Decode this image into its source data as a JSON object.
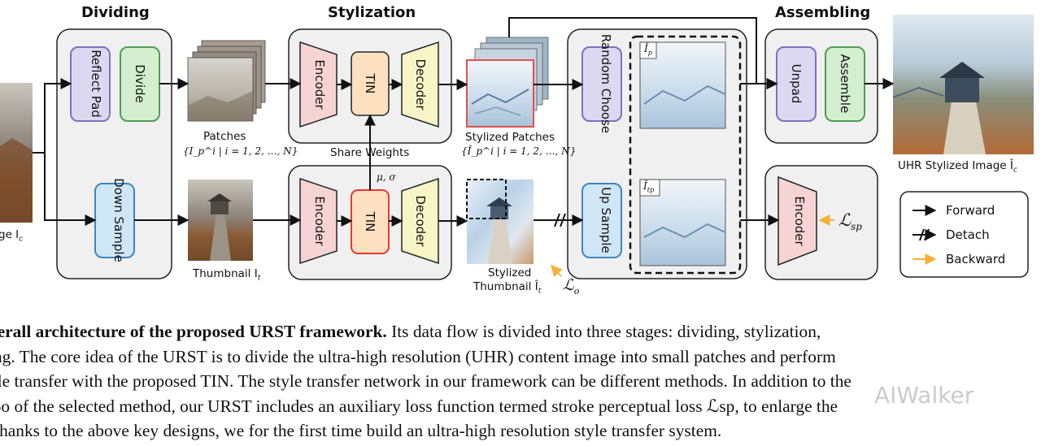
{
  "stages": {
    "dividing": "Dividing",
    "stylization": "Stylization",
    "assembling": "Assembling"
  },
  "modules": {
    "reflect_pad": "Reflect Pad",
    "divide": "Divide",
    "down_sample": "Down Sample",
    "encoder_top": "Encoder",
    "tin_top": "TIN",
    "decoder_top": "Decoder",
    "encoder_bottom": "Encoder",
    "tin_bottom": "TIN",
    "decoder_bottom": "Decoder",
    "random_choose": "Random Choose",
    "up_sample": "Up Sample",
    "unpad": "Unpad",
    "assemble": "Assemble",
    "encoder_loss": "Encoder"
  },
  "labels": {
    "input_image": "ge I",
    "input_image_sub": "c",
    "patches": "Patches",
    "patches_set": "{I_p^i | i = 1, 2, …, N}",
    "thumbnail": "Thumbnail I",
    "thumbnail_sub": "t",
    "share_weights": "Share Weights",
    "mu_sigma": "μ, σ",
    "stylized_patches": "Stylized Patches",
    "stylized_patches_set": "{Î_p^i | i = 1, 2, …, N}",
    "stylized_thumbnail_1": "Stylized",
    "stylized_thumbnail_2": "Thumbnail Î",
    "stylized_thumbnail_sub": "t",
    "loss_o": "ℒ",
    "loss_o_sub": "o",
    "inset_top": "Î",
    "inset_top_sub": "p",
    "inset_bottom": "Î",
    "inset_bottom_sub": "tp",
    "output": "UHR Stylized Image Î",
    "output_sub": "c",
    "loss_sp": "ℒ",
    "loss_sp_sub": "sp"
  },
  "legend": {
    "forward": "Forward",
    "detach": "Detach",
    "backward": "Backward"
  },
  "caption": {
    "line1_bold": "verall architecture of the proposed URST framework.",
    "line1_rest": " Its data flow is divided into three stages: dividing, stylization,",
    "line2": "ing. The core idea of the URST is to divide the ultra-high resolution (UHR) content image into small patches and perform",
    "line3": "yle transfer with the proposed TIN. The style transfer network in our framework can be different methods. In addition to the",
    "line4": "ℒo of the selected method, our URST includes an auxiliary loss function termed stroke perceptual loss ℒsp, to enlarge the",
    "line5": "Thanks to the above key designs, we for the first time build an ultra-high resolution style transfer system."
  },
  "watermark": "AIWalker",
  "colors": {
    "purple_box": "#dcd8f2",
    "purple_border": "#7f6fc2",
    "green_box": "#d3efcf",
    "green_border": "#4f9e53",
    "blue_box": "#cfe6f7",
    "blue_border": "#3f86c0",
    "pink_box": "#f7d4d4",
    "orange_box": "#fde0bf",
    "yellow_box": "#f7f4c6",
    "panel": "#f0f0f0",
    "tin_red": "#e53935",
    "backward": "#f2b233"
  }
}
